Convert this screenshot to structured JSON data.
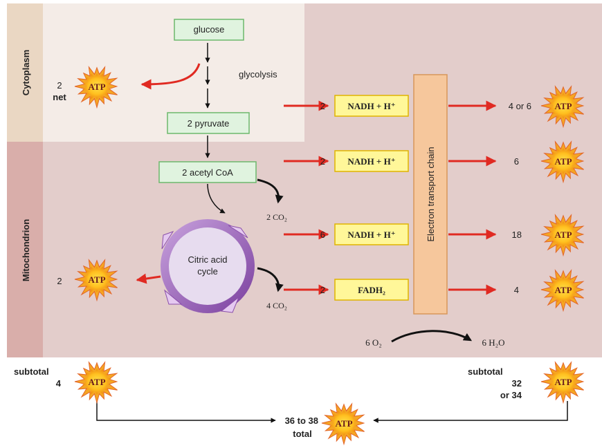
{
  "regions": {
    "cytoplasm_label": "Cytoplasm",
    "mitochondrion_label": "Mitochondrion"
  },
  "glycolysis": {
    "glucose": "glucose",
    "process_label": "glycolysis",
    "pyruvate": "2 pyruvate",
    "atp_count": "2",
    "atp_net": "net"
  },
  "citric_acid": {
    "acetyl_coa": "2 acetyl CoA",
    "co2_first": "2 CO₂",
    "cycle_label_line1": "Citric acid",
    "cycle_label_line2": "cycle",
    "co2_second": "4 CO₂",
    "atp_count": "2"
  },
  "carriers": [
    {
      "count": "2",
      "label": "NADH + H⁺",
      "atp_yield": "4 or 6"
    },
    {
      "count": "2",
      "label": "NADH + H⁺",
      "atp_yield": "6"
    },
    {
      "count": "6",
      "label": "NADH + H⁺",
      "atp_yield": "18"
    },
    {
      "count": "2",
      "label": "FADH₂",
      "atp_yield": "4"
    }
  ],
  "etc": {
    "label": "Electron transport chain",
    "oxygen": "6 O₂",
    "water": "6 H₂O"
  },
  "atp_label": "ATP",
  "subtotals": {
    "left_label": "subtotal",
    "left_value": "4",
    "right_label": "subtotal",
    "right_value_line1": "32",
    "right_value_line2": "or 34"
  },
  "total": {
    "value": "36 to 38",
    "label": "total"
  },
  "colors": {
    "cytoplasm_bg": "#f4ece7",
    "mito_bg": "#e3cdcb",
    "cytoplasm_tab": "#ead7c3",
    "mito_tab": "#d9aeaa",
    "green_box_fill": "#e0f3df",
    "green_box_stroke": "#6cb86c",
    "yellow_box_fill": "#fff799",
    "yellow_box_stroke": "#e0b400",
    "etc_fill": "#f6c79c",
    "etc_stroke": "#d8965a",
    "red_arrow": "#e02a22",
    "starburst_outer": "#f5a623",
    "starburst_inner": "#ffd23a"
  },
  "icons": {
    "atp": "starburst-icon"
  }
}
